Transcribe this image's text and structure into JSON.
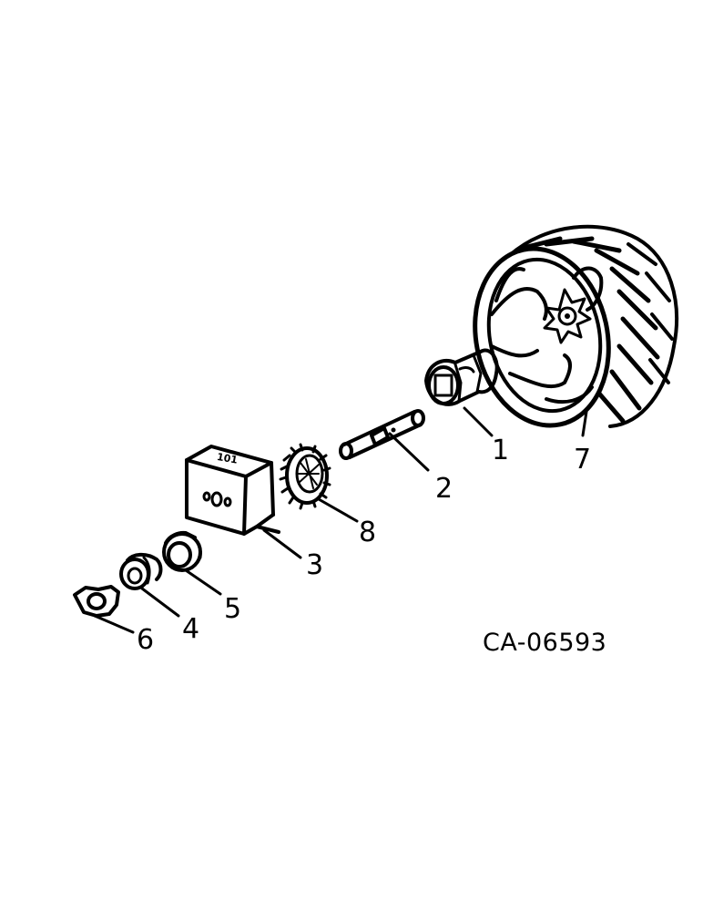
{
  "diagram": {
    "drawing_code": "CA-06593",
    "parts": [
      {
        "number": "1",
        "icon": "wheel-hub-icon"
      },
      {
        "number": "2",
        "icon": "axle-shaft-icon"
      },
      {
        "number": "3",
        "icon": "mounting-bracket-icon"
      },
      {
        "number": "4",
        "icon": "bushing-icon"
      },
      {
        "number": "5",
        "icon": "bearing-ring-icon"
      },
      {
        "number": "6",
        "icon": "flange-washer-icon"
      },
      {
        "number": "7",
        "icon": "tire-wheel-icon"
      },
      {
        "number": "8",
        "icon": "gear-icon"
      }
    ],
    "bracket_stamp": "101"
  }
}
